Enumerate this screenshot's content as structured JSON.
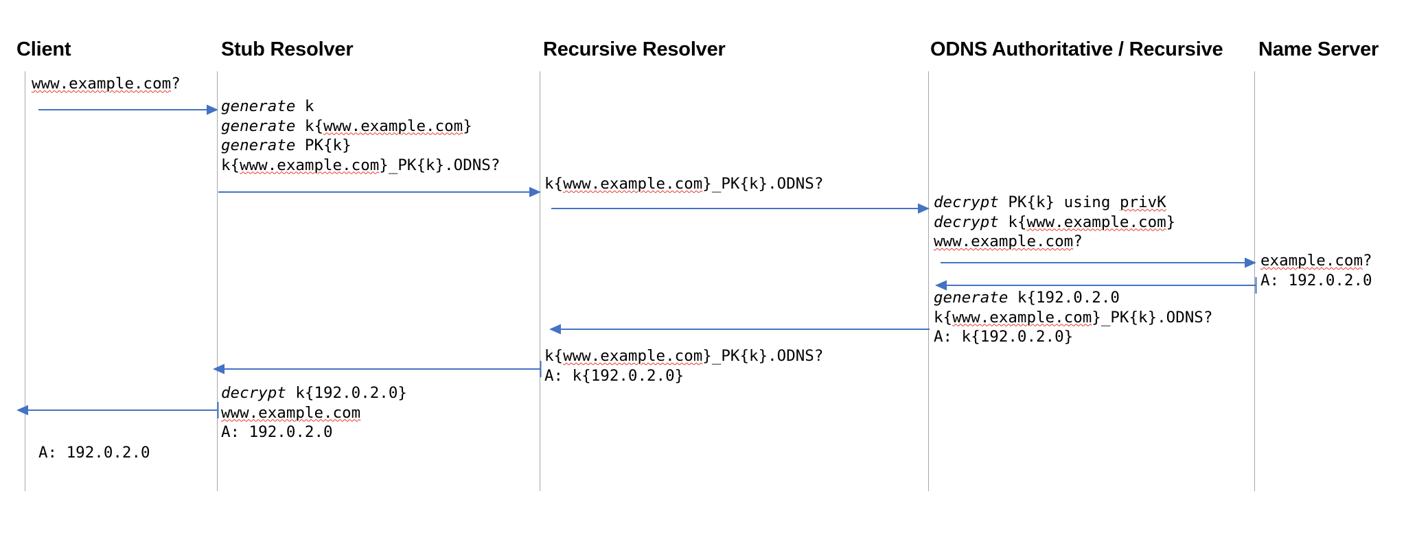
{
  "diagram": {
    "title": "ODNS DNS query sequence diagram",
    "type": "sequence-diagram",
    "colors": {
      "arrow": "#4472C4",
      "lifeline": "#a6a6a6",
      "text": "#000000",
      "spellcheck_underline": "#e8342a",
      "background": "#ffffff"
    }
  },
  "actors": [
    {
      "id": "client",
      "label": "Client"
    },
    {
      "id": "stub-resolver",
      "label": "Stub Resolver"
    },
    {
      "id": "recursive-resolver",
      "label": "Recursive Resolver"
    },
    {
      "id": "odns-authoritative",
      "label": "ODNS Authoritative / Recursive"
    },
    {
      "id": "name-server",
      "label": "Name Server"
    }
  ],
  "messages": [
    {
      "id": "client-query",
      "actor": "client",
      "lines": [
        {
          "segments": [
            {
              "text": "www.example.com",
              "style": "spell"
            },
            {
              "text": "?",
              "style": "plain"
            }
          ]
        }
      ]
    },
    {
      "id": "stub-generate-block",
      "actor": "stub-resolver",
      "lines": [
        {
          "segments": [
            {
              "text": "generate",
              "style": "keyword"
            },
            {
              "text": " k",
              "style": "plain"
            }
          ]
        },
        {
          "segments": [
            {
              "text": "generate",
              "style": "keyword"
            },
            {
              "text": " k{",
              "style": "plain"
            },
            {
              "text": "www.example.com",
              "style": "spell"
            },
            {
              "text": "}",
              "style": "plain"
            }
          ]
        },
        {
          "segments": [
            {
              "text": "generate",
              "style": "keyword"
            },
            {
              "text": " PK{k}",
              "style": "plain"
            }
          ]
        },
        {
          "segments": [
            {
              "text": "k{",
              "style": "plain"
            },
            {
              "text": "www.example.com",
              "style": "spell"
            },
            {
              "text": "}_PK{k}.ODNS?",
              "style": "plain"
            }
          ]
        }
      ]
    },
    {
      "id": "recursive-query",
      "actor": "recursive-resolver",
      "lines": [
        {
          "segments": [
            {
              "text": "k{",
              "style": "plain"
            },
            {
              "text": "www.example.com",
              "style": "spell"
            },
            {
              "text": "}_PK{k}.ODNS?",
              "style": "plain"
            }
          ]
        }
      ]
    },
    {
      "id": "odns-decrypt-block",
      "actor": "odns-authoritative",
      "lines": [
        {
          "segments": [
            {
              "text": "decrypt",
              "style": "keyword"
            },
            {
              "text": " PK{k} using ",
              "style": "plain"
            },
            {
              "text": "privK",
              "style": "spell"
            }
          ]
        },
        {
          "segments": [
            {
              "text": "decrypt",
              "style": "keyword"
            },
            {
              "text": " k{",
              "style": "plain"
            },
            {
              "text": "www.example.com",
              "style": "spell"
            },
            {
              "text": "}",
              "style": "plain"
            }
          ]
        },
        {
          "segments": [
            {
              "text": "www.example.com",
              "style": "spell"
            },
            {
              "text": "?",
              "style": "plain"
            }
          ]
        }
      ]
    },
    {
      "id": "nameserver-exchange",
      "actor": "name-server",
      "lines": [
        {
          "segments": [
            {
              "text": "example.com",
              "style": "spell"
            },
            {
              "text": "?",
              "style": "plain"
            }
          ]
        },
        {
          "segments": [
            {
              "text": "A: 192.0.2.0",
              "style": "plain"
            }
          ]
        }
      ]
    },
    {
      "id": "odns-generate-block",
      "actor": "odns-authoritative",
      "lines": [
        {
          "segments": [
            {
              "text": "generate",
              "style": "keyword"
            },
            {
              "text": " k{192.0.2.0",
              "style": "plain"
            }
          ]
        },
        {
          "segments": [
            {
              "text": "k{",
              "style": "plain"
            },
            {
              "text": "www.example.com",
              "style": "spell"
            },
            {
              "text": "}_PK{k}.ODNS?",
              "style": "plain"
            }
          ]
        },
        {
          "segments": [
            {
              "text": "A: k{192.0.2.0}",
              "style": "plain"
            }
          ]
        }
      ]
    },
    {
      "id": "recursive-response",
      "actor": "recursive-resolver",
      "lines": [
        {
          "segments": [
            {
              "text": "k{",
              "style": "plain"
            },
            {
              "text": "www.example.com",
              "style": "spell"
            },
            {
              "text": "}_PK{k}.ODNS?",
              "style": "plain"
            }
          ]
        },
        {
          "segments": [
            {
              "text": "A: k{192.0.2.0}",
              "style": "plain"
            }
          ]
        }
      ]
    },
    {
      "id": "stub-decrypt-block",
      "actor": "stub-resolver",
      "lines": [
        {
          "segments": [
            {
              "text": "decrypt",
              "style": "keyword"
            },
            {
              "text": " k{192.0.2.0}",
              "style": "plain"
            }
          ]
        },
        {
          "segments": [
            {
              "text": "www.example.com",
              "style": "spell"
            }
          ]
        },
        {
          "segments": [
            {
              "text": "A: 192.0.2.0",
              "style": "plain"
            }
          ]
        }
      ]
    },
    {
      "id": "client-answer",
      "actor": "client",
      "lines": [
        {
          "segments": [
            {
              "text": "A: 192.0.2.0",
              "style": "plain"
            }
          ]
        }
      ]
    }
  ],
  "arrows": [
    {
      "id": "client-to-stub",
      "direction": "right",
      "tail": false
    },
    {
      "id": "stub-to-recursive",
      "direction": "right",
      "tail": false
    },
    {
      "id": "recursive-to-odns",
      "direction": "right",
      "tail": false
    },
    {
      "id": "odns-to-nameserver",
      "direction": "right",
      "tail": false
    },
    {
      "id": "nameserver-to-odns",
      "direction": "left",
      "tail": true
    },
    {
      "id": "odns-to-recursive",
      "direction": "left",
      "tail": false
    },
    {
      "id": "recursive-to-stub",
      "direction": "left",
      "tail": true
    },
    {
      "id": "stub-to-client",
      "direction": "left",
      "tail": true
    }
  ]
}
